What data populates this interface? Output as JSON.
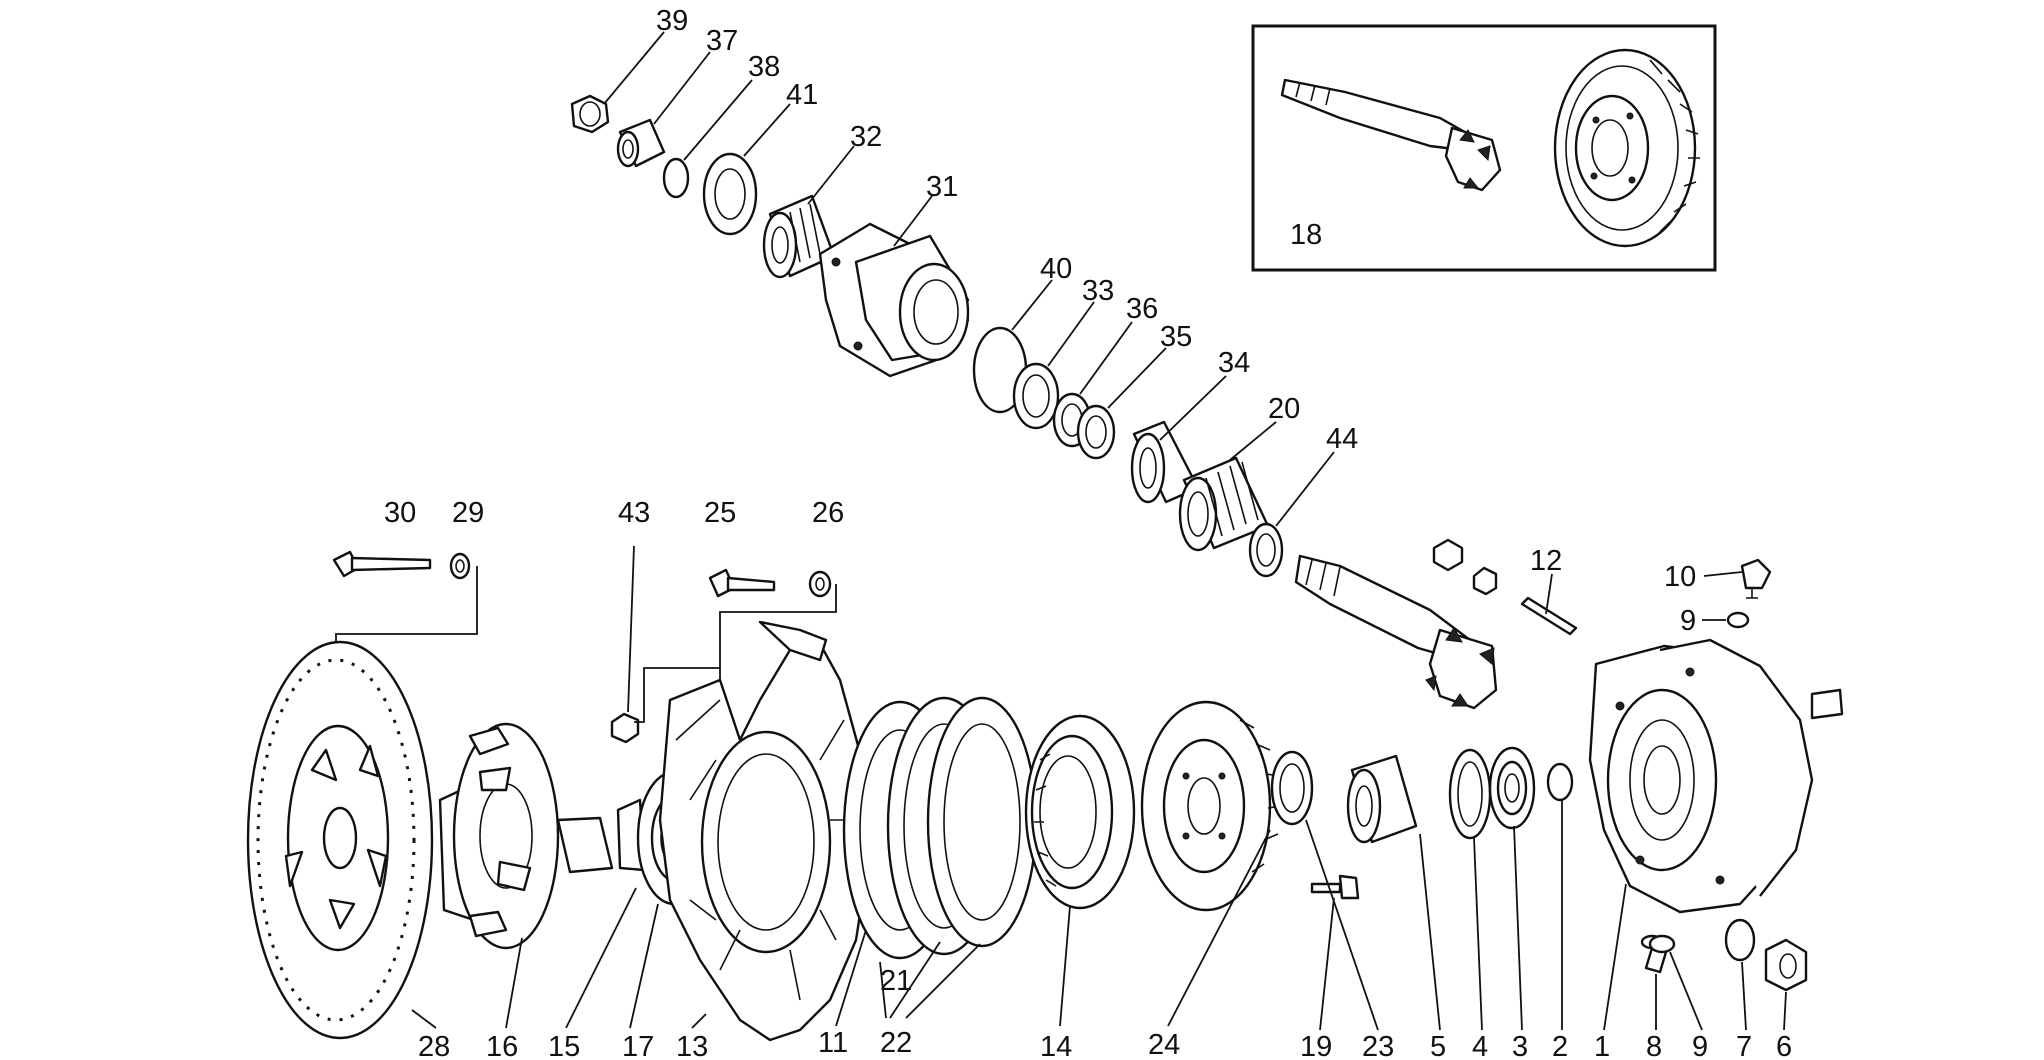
{
  "labels": {
    "l39": "39",
    "l37": "37",
    "l38": "38",
    "l41": "41",
    "l32": "32",
    "l31": "31",
    "l40": "40",
    "l33": "33",
    "l36": "36",
    "l35": "35",
    "l34": "34",
    "l20": "20",
    "l44": "44",
    "l12": "12",
    "l10": "10",
    "l9a": "9",
    "l30": "30",
    "l29": "29",
    "l43": "43",
    "l25": "25",
    "l26": "26",
    "l18": "18",
    "l28": "28",
    "l16": "16",
    "l15": "15",
    "l17": "17",
    "l13": "13",
    "l11": "11",
    "l21": "21",
    "l22": "22",
    "l14": "14",
    "l24": "24",
    "l19": "19",
    "l23": "23",
    "l5": "5",
    "l4": "4",
    "l3": "3",
    "l2": "2",
    "l1": "1",
    "l8": "8",
    "l9b": "9",
    "l7": "7",
    "l6": "6"
  }
}
